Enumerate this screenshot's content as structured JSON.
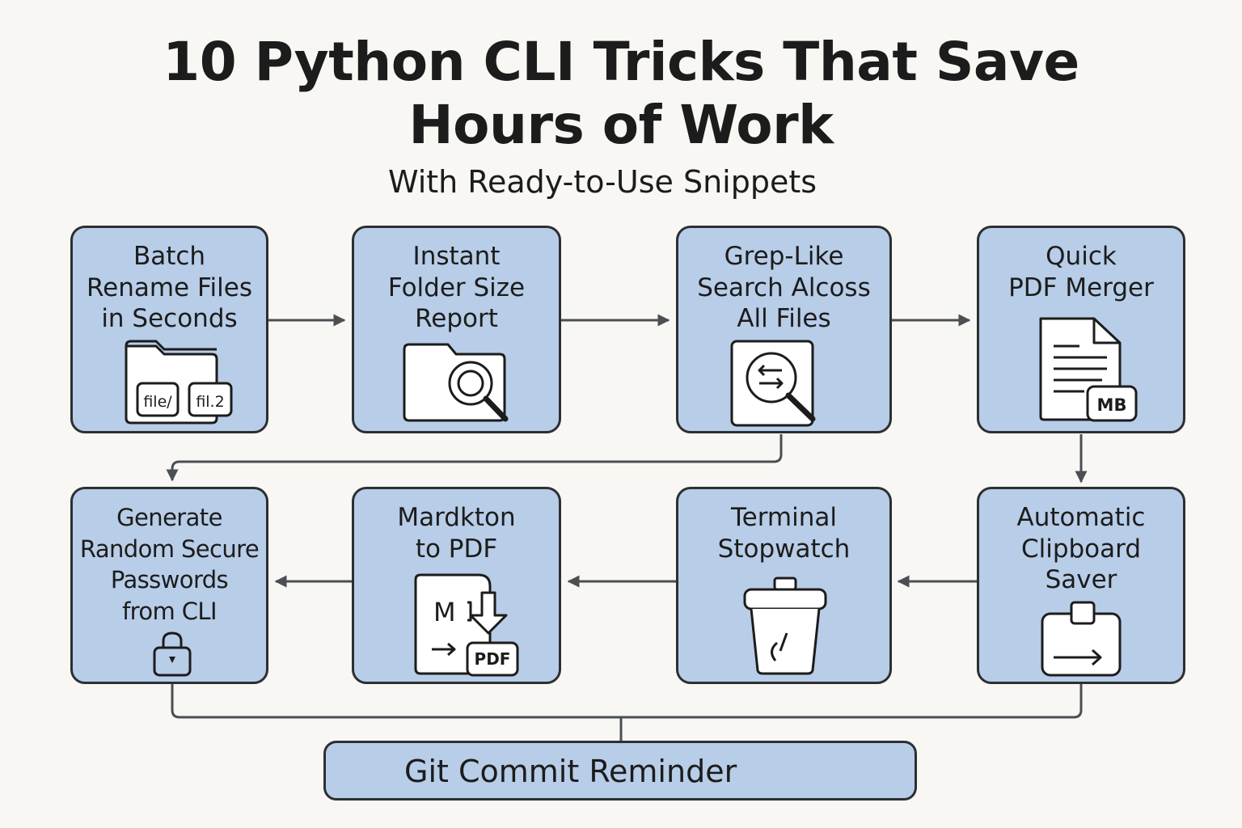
{
  "title": {
    "line1": "10 Python CLI Tricks That Save",
    "line2": "Hours of Work"
  },
  "subtitle": "With Ready-to-Use Snippets",
  "nodes": [
    {
      "label": "Batch\nRename Files\nin Seconds",
      "icon": "folder-files-icon",
      "icon_labels": [
        "file/",
        "fil.2"
      ]
    },
    {
      "label": "Instant\nFolder Size\nReport",
      "icon": "folder-search-icon"
    },
    {
      "label": "Grep-Like\nSearch Alcoss\nAll Files",
      "icon": "file-search-icon"
    },
    {
      "label": "Quick\nPDF Merger",
      "icon": "document-icon",
      "icon_labels": [
        "MB"
      ]
    },
    {
      "label": "Automatic\nClipboard\nSaver",
      "icon": "clipboard-icon"
    },
    {
      "label": "Terminal\nStopwatch",
      "icon": "trash-bin-icon"
    },
    {
      "label": "Mardkton\nto PDF",
      "icon": "markdown-to-pdf-icon",
      "icon_labels": [
        "M",
        "PDF"
      ]
    },
    {
      "label": "Generate\nRandom Secure\nPasswords\nfrom CLI",
      "icon": "lock-icon"
    }
  ],
  "bottom_node": {
    "label": "Git Commit Reminder"
  },
  "colors": {
    "background": "#f8f7f3",
    "box_fill": "#b8cde7",
    "outline": "#2c2f33",
    "connector": "#4b4f53",
    "text": "#1c1c1c"
  }
}
